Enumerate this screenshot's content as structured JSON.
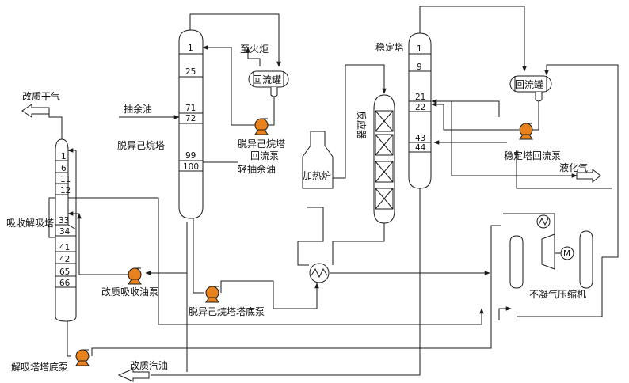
{
  "colors": {
    "line": "#1a1a1a",
    "pump_fill": "#e8821e",
    "background": "#ffffff"
  },
  "towers": {
    "absorber": {
      "name": "吸收解吸塔",
      "trays": [
        "1",
        "6",
        "11",
        "12",
        "33",
        "34",
        "41",
        "42",
        "65",
        "66"
      ]
    },
    "deisohexanizer": {
      "name": "脱异己烷塔",
      "trays": [
        "1",
        "25",
        "71",
        "72",
        "99",
        "100"
      ]
    },
    "stabilizer": {
      "name": "稳定塔",
      "trays": [
        "1",
        "9",
        "21",
        "22",
        "43",
        "44"
      ]
    }
  },
  "equipment": {
    "reflux_drum_1": "回流罐",
    "reflux_drum_2": "回流罐",
    "reflux_pump_1": "脱异己烷塔\n回流泵",
    "reflux_pump_2": "稳定塔回流泵",
    "bottom_pump_1": "脱异己烷塔塔底泵",
    "absorb_oil_pump": "改质吸收油泵",
    "desorber_bottom_pump": "解吸塔塔底泵",
    "heater": "加热炉",
    "reactor": "反应器",
    "compressor": "不凝气压缩机",
    "motor": "M"
  },
  "streams": {
    "dry_gas": "改质干气",
    "raffinate": "抽余油",
    "to_flare": "至火炬",
    "light_raffinate": "轻抽余油",
    "lpg": "液化气",
    "gasoline": "改质汽油"
  }
}
